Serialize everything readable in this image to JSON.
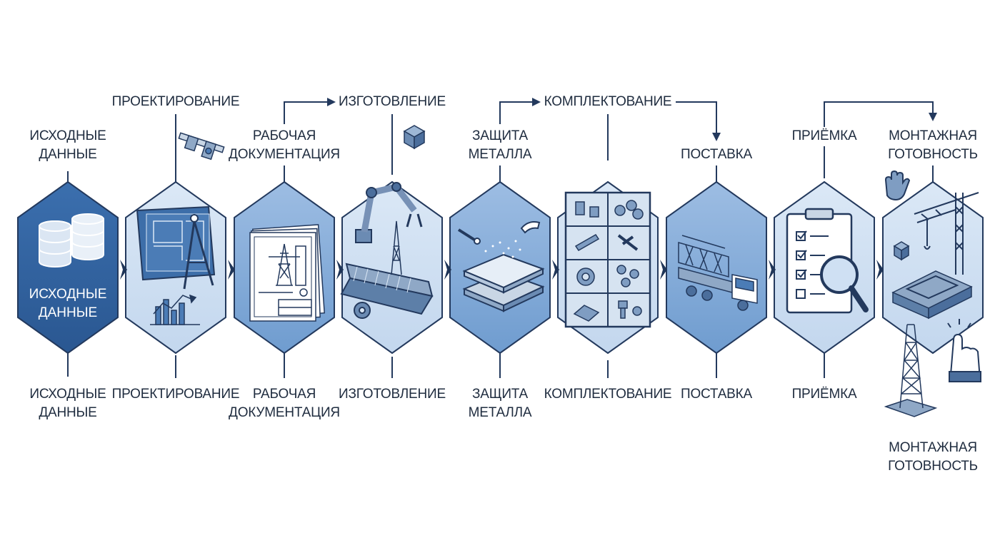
{
  "colors": {
    "dark_blue": "#2e5f9c",
    "mid_blue": "#7fa8d6",
    "light_blue": "#cfe0f3",
    "stroke": "#23395d",
    "text": "#1f2c3f"
  },
  "steps": [
    {
      "id": "ishodnye",
      "top_label": [
        "ИСХОДНЫЕ",
        "ДАННЫЕ"
      ],
      "bottom_label": [
        "ИСХОДНЫЕ",
        "ДАННЫЕ"
      ],
      "inner_label": [
        "ИСХОДНЫЕ",
        "ДАННЫЕ"
      ],
      "icon": "database-icon"
    },
    {
      "id": "proektirovanie",
      "top_label": [
        "ПРОЕКТИРОВАНИЕ"
      ],
      "bottom_label": [
        "ПРОЕКТИРОВАНИЕ"
      ],
      "icon": "blueprint-compass-icon"
    },
    {
      "id": "rabochaya",
      "top_label": [
        "РАБОЧАЯ",
        "ДОКУМЕНТАЦИЯ"
      ],
      "bottom_label": [
        "РАБОЧАЯ",
        "ДОКУМЕНТАЦИЯ"
      ],
      "icon": "drawing-sheets-icon"
    },
    {
      "id": "izgotovlenie",
      "top_label": [
        "ИЗГОТОВЛЕНИЕ"
      ],
      "bottom_label": [
        "ИЗГОТОВЛЕНИЕ"
      ],
      "icon": "robot-arm-conveyor-icon"
    },
    {
      "id": "zashchita",
      "top_label": [
        "ЗАЩИТА",
        "МЕТАЛЛА"
      ],
      "bottom_label": [
        "ЗАЩИТА",
        "МЕТАЛЛА"
      ],
      "icon": "spray-coating-icon"
    },
    {
      "id": "komplektovanie",
      "top_label": [
        "КОМПЛЕКТОВАНИЕ"
      ],
      "bottom_label": [
        "КОМПЛЕКТОВАНИЕ"
      ],
      "icon": "fasteners-grid-icon"
    },
    {
      "id": "postavka",
      "top_label": [
        "ПОСТАВКА"
      ],
      "bottom_label": [
        "ПОСТАВКА"
      ],
      "icon": "truck-truss-icon"
    },
    {
      "id": "priemka",
      "top_label": [
        "ПРИЁМКА"
      ],
      "bottom_label": [
        "ПРИЁМКА"
      ],
      "icon": "checklist-magnifier-icon"
    },
    {
      "id": "montazh",
      "top_label": [
        "МОНТАЖНАЯ",
        "ГОТОВНОСТЬ"
      ],
      "bottom_label": [
        "МОНТАЖНАЯ",
        "ГОТОВНОСТЬ"
      ],
      "icon": "crane-foundation-icon"
    }
  ]
}
